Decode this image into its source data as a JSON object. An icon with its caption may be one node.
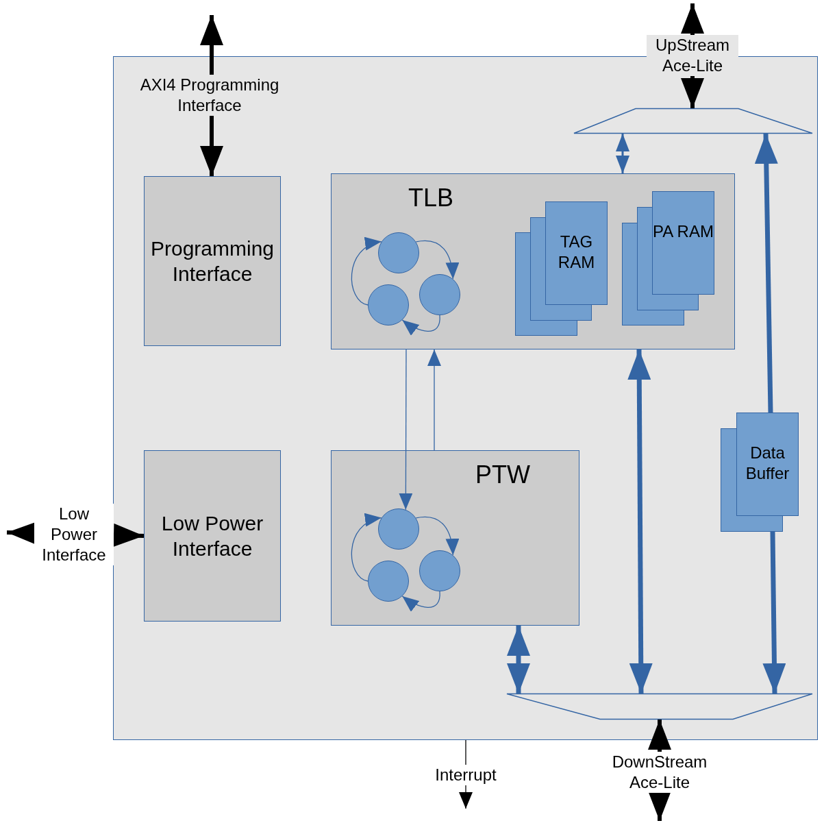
{
  "diagram": {
    "nodes": [
      {
        "text": [],
        "shape": "box"
      },
      {
        "text": [
          "Programming Interface"
        ],
        "in": 0
      },
      {
        "text": [
          "Low Power Interface"
        ],
        "in": 0
      },
      {
        "text": [
          "TLB"
        ],
        "in": 0
      },
      {
        "text": [],
        "shape": "circle",
        "in": 3
      },
      {
        "text": [],
        "shape": "circle",
        "in": 3
      },
      {
        "text": [],
        "shape": "circle",
        "in": 3
      },
      {
        "text": [
          "TAG RAM"
        ],
        "in": 3
      },
      {
        "text": [
          "PA RAM"
        ],
        "in": 3
      },
      {
        "text": [
          "PTW"
        ],
        "in": 0
      },
      {
        "text": [],
        "shape": "circle",
        "in": 9
      },
      {
        "text": [],
        "shape": "circle",
        "in": 9
      },
      {
        "text": [],
        "shape": "circle",
        "in": 9
      },
      {
        "text": [
          "Data Buffer"
        ],
        "in": 0
      },
      {
        "text": [],
        "shape": "trapezoid",
        "in": 0
      },
      {
        "text": [],
        "shape": "trapezoid",
        "in": 0
      }
    ],
    "edges": [
      {
        "from": null,
        "to": 1,
        "arrow": "both",
        "label": "AXI4 Programming Interface",
        "style": "thick",
        "color": "#000000"
      },
      {
        "from": null,
        "to": 2,
        "arrow": "both",
        "label": "Low Power Interface",
        "style": "thick",
        "color": "#000000"
      },
      {
        "from": null,
        "to": 14,
        "arrow": "both",
        "label": "UpStream Ace-Lite",
        "style": "thick",
        "color": "#000000"
      },
      {
        "from": 15,
        "to": null,
        "arrow": "both",
        "label": "DownStream Ace-Lite",
        "style": "thick",
        "color": "#000000"
      },
      {
        "from": 0,
        "to": null,
        "arrow": "to",
        "label": "Interrupt",
        "color": "#000000"
      },
      {
        "from": 6,
        "to": 4,
        "arrow": "to"
      },
      {
        "from": 4,
        "to": 5,
        "arrow": "to"
      },
      {
        "from": 5,
        "to": 6,
        "arrow": "to"
      },
      {
        "from": 12,
        "to": 10,
        "arrow": "to"
      },
      {
        "from": 10,
        "to": 11,
        "arrow": "to"
      },
      {
        "from": 11,
        "to": 12,
        "arrow": "to"
      },
      {
        "from": 3,
        "to": 10,
        "arrow": "to"
      },
      {
        "from": 9,
        "to": 3,
        "arrow": "to"
      },
      {
        "from": 14,
        "to": 3,
        "arrow": "both"
      },
      {
        "from": 3,
        "to": 15,
        "arrow": "both",
        "style": "thick"
      },
      {
        "from": 13,
        "to": 14,
        "arrow": "to",
        "style": "thick"
      },
      {
        "from": 13,
        "to": 15,
        "arrow": "to",
        "style": "thick"
      },
      {
        "from": 9,
        "to": 15,
        "arrow": "both",
        "style": "thick"
      }
    ]
  }
}
